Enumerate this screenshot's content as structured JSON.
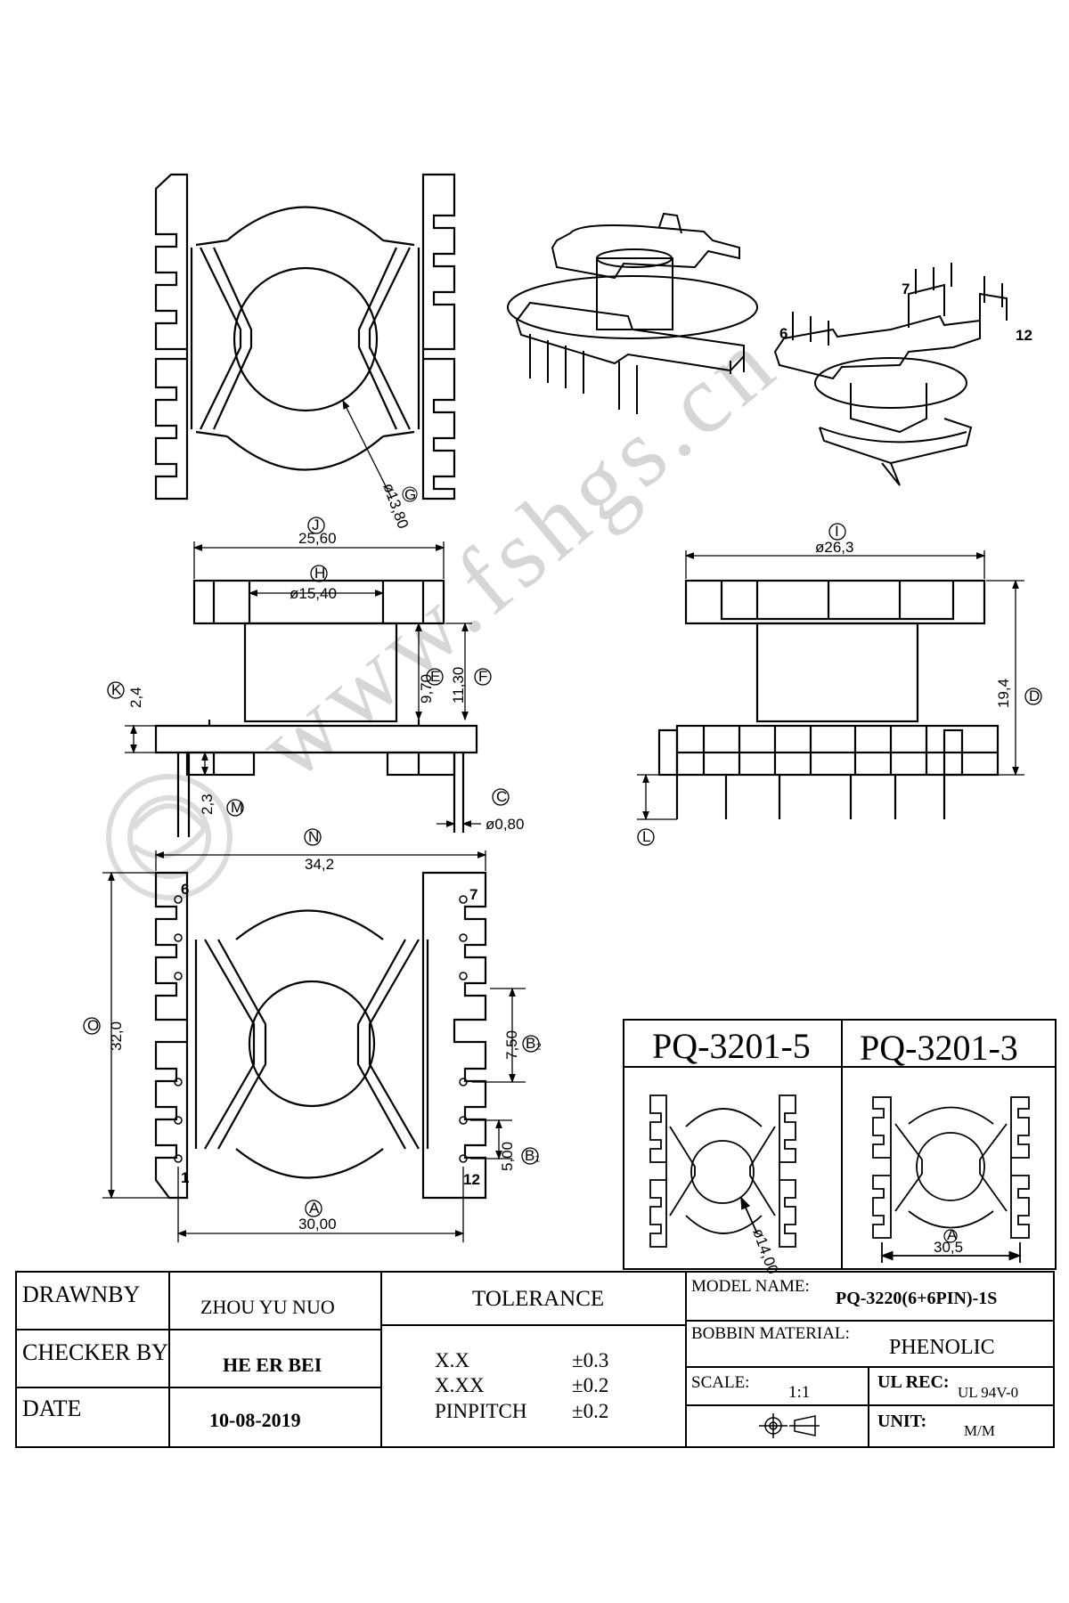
{
  "watermark": "www.fshgs.cn",
  "dimensions": {
    "g_circle": "ø13,80",
    "j_width": "25,60",
    "h_inner": "ø15,40",
    "e_height": "9,70",
    "f_height": "11,30",
    "k_height": "2,4",
    "m_height": "2,3",
    "c_pin": "ø0,80",
    "i_width": "ø26,3",
    "d_height": "19,4",
    "n_width": "34,2",
    "o_height": "32,0",
    "b2_pitch": "7,50",
    "b1_pitch": "5,00",
    "a_width": "30,00",
    "inset_g": "ø14,00",
    "inset_a": "30,5"
  },
  "markers": {
    "g": "G",
    "j": "J",
    "h": "H",
    "e": "E",
    "f": "F",
    "k": "K",
    "m": "M",
    "c": "C",
    "i": "I",
    "d": "D",
    "l": "L",
    "n": "N",
    "o": "O",
    "b2": "B₂",
    "b1": "B₁",
    "a": "A"
  },
  "pins": {
    "p6": "6",
    "p7": "7",
    "p1": "1",
    "p12": "12",
    "iso6": "6",
    "iso7": "7",
    "iso12": "12"
  },
  "variants": {
    "left": "PQ-3201-5",
    "right": "PQ-3201-3"
  },
  "title_block": {
    "drawn_by_label": "DRAWNBY",
    "drawn_by": "ZHOU YU NUO",
    "checker_label": "CHECKER BY",
    "checker": "HE ER BEI",
    "date_label": "DATE",
    "date": "10-08-2019",
    "tolerance_label": "TOLERANCE",
    "tol_xx_label": "X.X",
    "tol_xx": "±0.3",
    "tol_xxx_label": "X.XX",
    "tol_xxx": "±0.2",
    "tol_pin_label": "PINPITCH",
    "tol_pin": "±0.2",
    "model_label": "MODEL NAME:",
    "model": "PQ-3220(6+6PIN)-1S",
    "material_label": "BOBBIN MATERIAL:",
    "material": "PHENOLIC",
    "scale_label": "SCALE:",
    "scale": "1:1",
    "ul_label": "UL REC:",
    "ul": "UL 94V-0",
    "unit_label": "UNIT:",
    "unit": "M/M"
  }
}
